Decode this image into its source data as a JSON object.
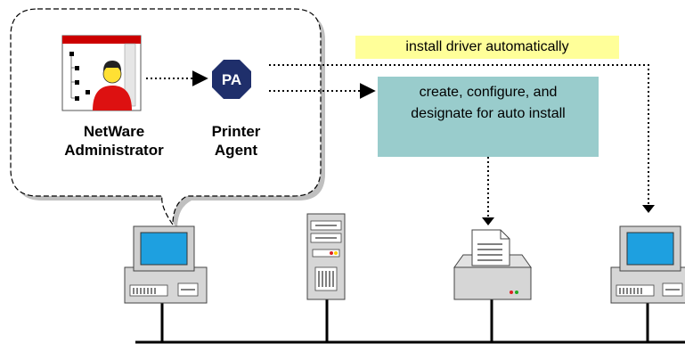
{
  "nodes": {
    "admin_label_1": "NetWare",
    "admin_label_2": "Administrator",
    "agent_label_1": "Printer",
    "agent_label_2": "Agent",
    "agent_badge": "PA"
  },
  "notes": {
    "install_driver": "install driver automatically",
    "create_configure": "create, configure, and designate for auto install"
  },
  "colors": {
    "yellow_note": "#ffff99",
    "teal_note": "#99cccc",
    "badge_navy": "#1f2f6b",
    "admin_red": "#cc0000",
    "monitor_screen": "#1ea0e0",
    "printer_gray": "#d6d6d6"
  },
  "icons": [
    "netware-administrator-icon",
    "printer-agent-icon",
    "workstation-icon",
    "server-icon",
    "printer-icon"
  ]
}
